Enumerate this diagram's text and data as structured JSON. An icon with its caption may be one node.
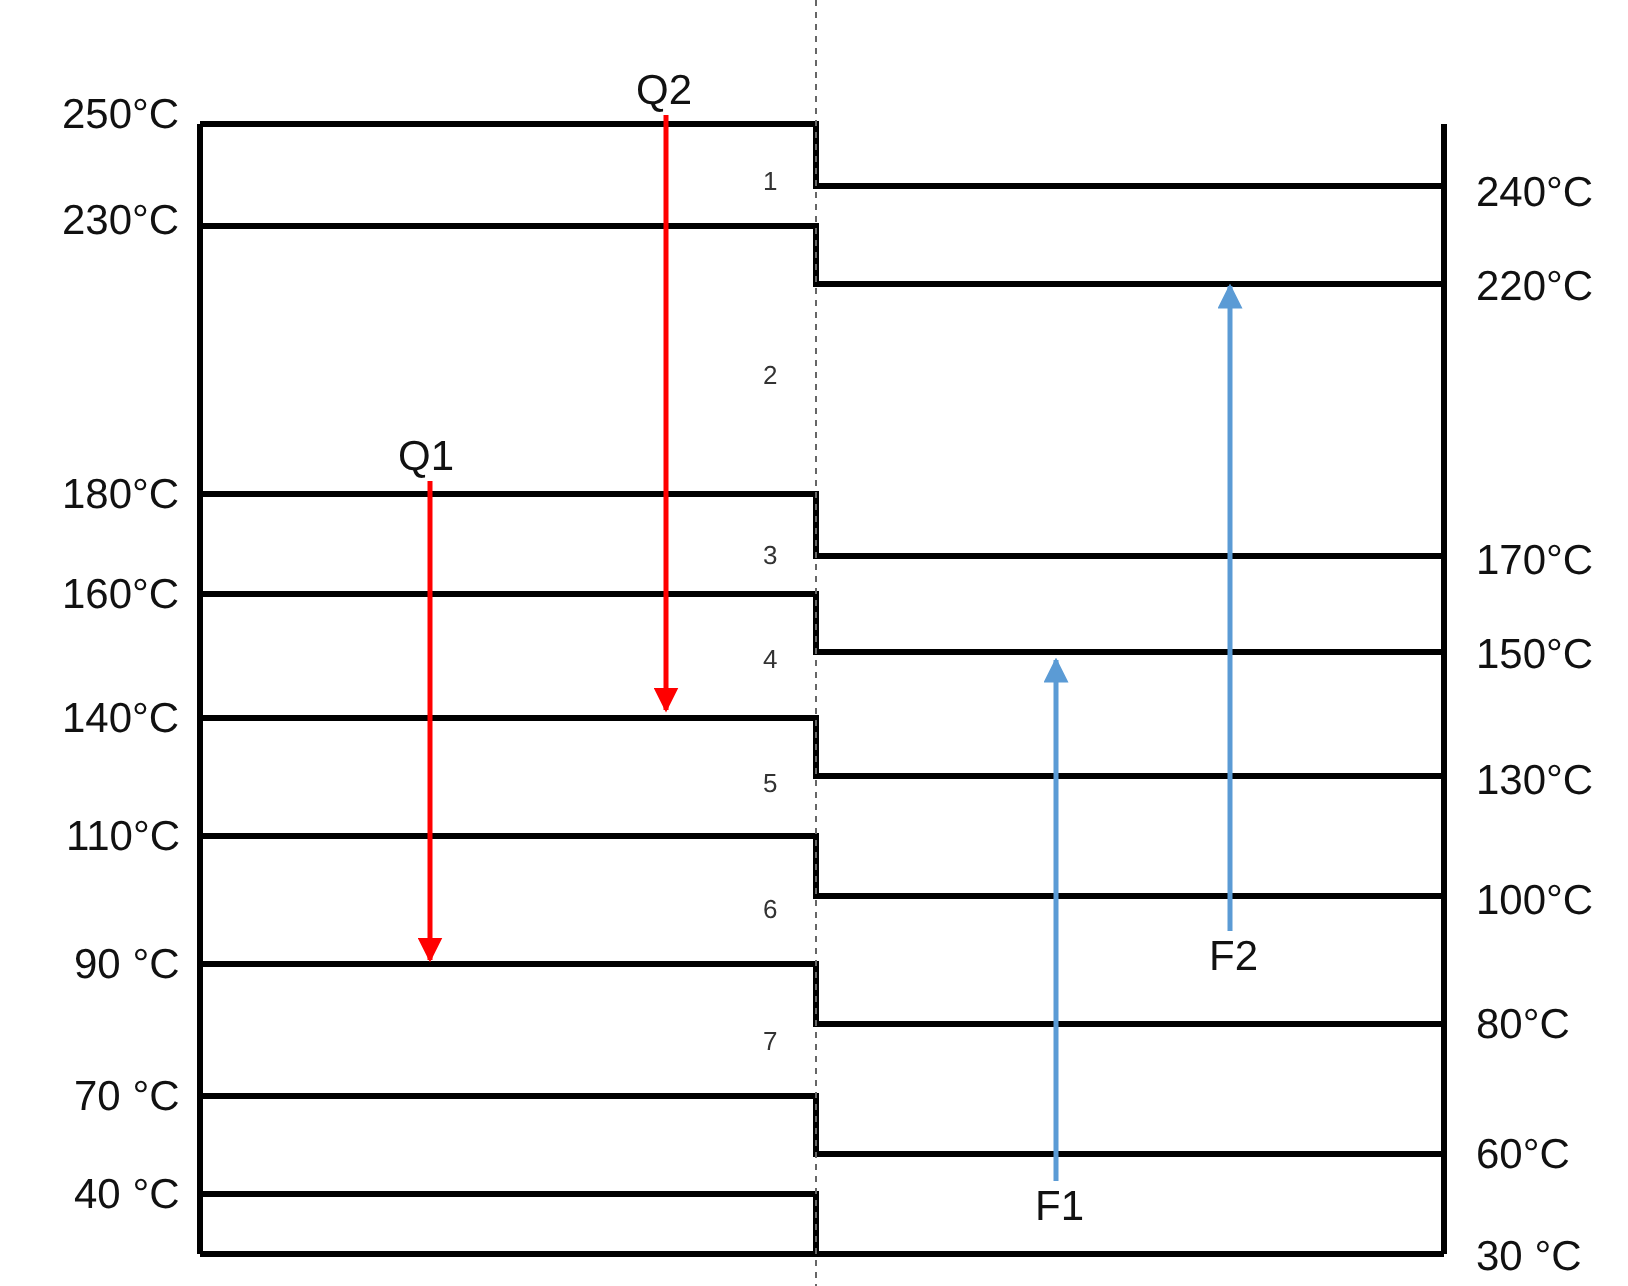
{
  "diagram": {
    "nodes": [
      {
        "text": [
          "Q2"
        ]
      },
      {
        "text": [
          "Q1"
        ]
      },
      {
        "text": [
          "F2"
        ]
      },
      {
        "text": [
          "F1"
        ]
      }
    ],
    "edges": [
      {
        "from": 0,
        "to": null,
        "arrow": "to",
        "color": "#ff0000"
      },
      {
        "from": 1,
        "to": null,
        "arrow": "to",
        "color": "#ff0000"
      },
      {
        "from": 3,
        "to": null,
        "arrow": "to",
        "color": "#5b9bd5"
      },
      {
        "from": 2,
        "to": null,
        "arrow": "to",
        "color": "#5b9bd5"
      }
    ],
    "labels": [
      "250°C",
      "240°C",
      "230°C",
      "220°C",
      "180°C",
      "170°C",
      "160°C",
      "150°C",
      "140°C",
      "130°C",
      "110°C",
      "100°C",
      "90 °C",
      "80°C",
      "70 °C",
      "60°C",
      "40 °C",
      "30 °C",
      "1",
      "2",
      "3",
      "4",
      "5",
      "6",
      "7"
    ]
  }
}
